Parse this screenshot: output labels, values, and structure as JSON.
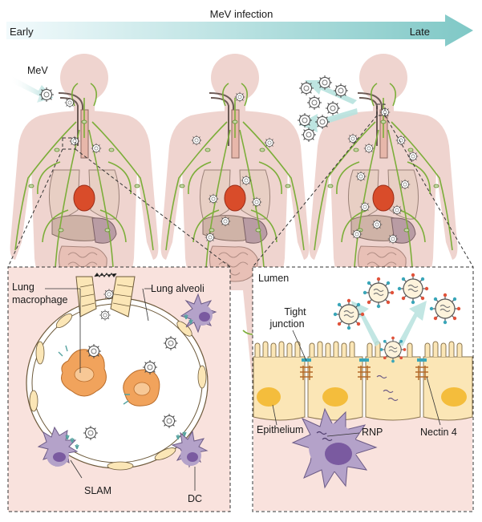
{
  "header": {
    "title": "MeV infection",
    "early": "Early",
    "late": "Late"
  },
  "labels": {
    "mev": "MeV",
    "lung_macrophage_1": "Lung",
    "lung_macrophage_2": "macrophage",
    "lung_alveoli": "Lung alveoli",
    "slam": "SLAM",
    "dc": "DC",
    "lumen": "Lumen",
    "tight_junction_1": "Tight",
    "tight_junction_2": "junction",
    "epithelium": "Epithelium",
    "rnp": "RNP",
    "nectin4": "Nectin 4"
  },
  "colors": {
    "arrow_start": "#eaf6f9",
    "arrow_end": "#8fd0cf",
    "body": "#efd4cf",
    "lymph": "#7cae3a",
    "panel_bg": "#f9e2dd",
    "heart": "#d94c2a",
    "macrophage": "#f1a35c",
    "dc": "#b4a2c9",
    "cell": "#fbe6b6",
    "nucleus": "#f4bd3c"
  }
}
